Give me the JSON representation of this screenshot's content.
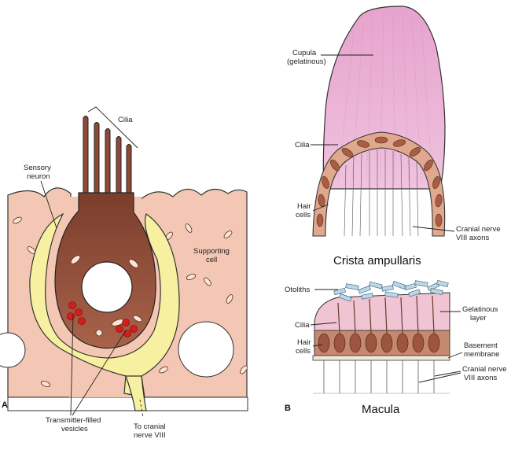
{
  "panel_a": {
    "letter": "A",
    "labels": {
      "cilia": "Cilia",
      "sensory_neuron_1": "Sensory",
      "sensory_neuron_2": "neuron",
      "supporting_cell_1": "Supporting",
      "supporting_cell_2": "cell",
      "vesicles_1": "Transmitter-filled",
      "vesicles_2": "vesicles",
      "nerve_1": "To cranial",
      "nerve_2": "nerve VIII"
    }
  },
  "panel_b": {
    "letter": "B",
    "crista": {
      "title": "Crista ampullaris",
      "cupula_1": "Cupula",
      "cupula_2": "(gelatinous)",
      "cilia": "Cilia",
      "hair_1": "Hair",
      "hair_2": "cells",
      "axons_1": "Cranial nerve",
      "axons_2": "VIII axons"
    },
    "macula": {
      "title": "Macula",
      "otoliths": "Otoliths",
      "gel_1": "Gelatinous",
      "gel_2": "layer",
      "cilia": "Cilia",
      "hair_1": "Hair",
      "hair_2": "cells",
      "basement_1": "Basement",
      "basement_2": "membrane",
      "axons_1": "Cranial nerve",
      "axons_2": "VIII axons"
    }
  },
  "colors": {
    "supporting_tissue": "#f3c7b4",
    "hair_cell": "#8c4a36",
    "neuron": "#f7f0a0",
    "vesicle": "#d61c1c",
    "cupula": "#e8a6cf",
    "otolith": "#bcd8e8",
    "gel_layer": "#f1c4d4"
  }
}
